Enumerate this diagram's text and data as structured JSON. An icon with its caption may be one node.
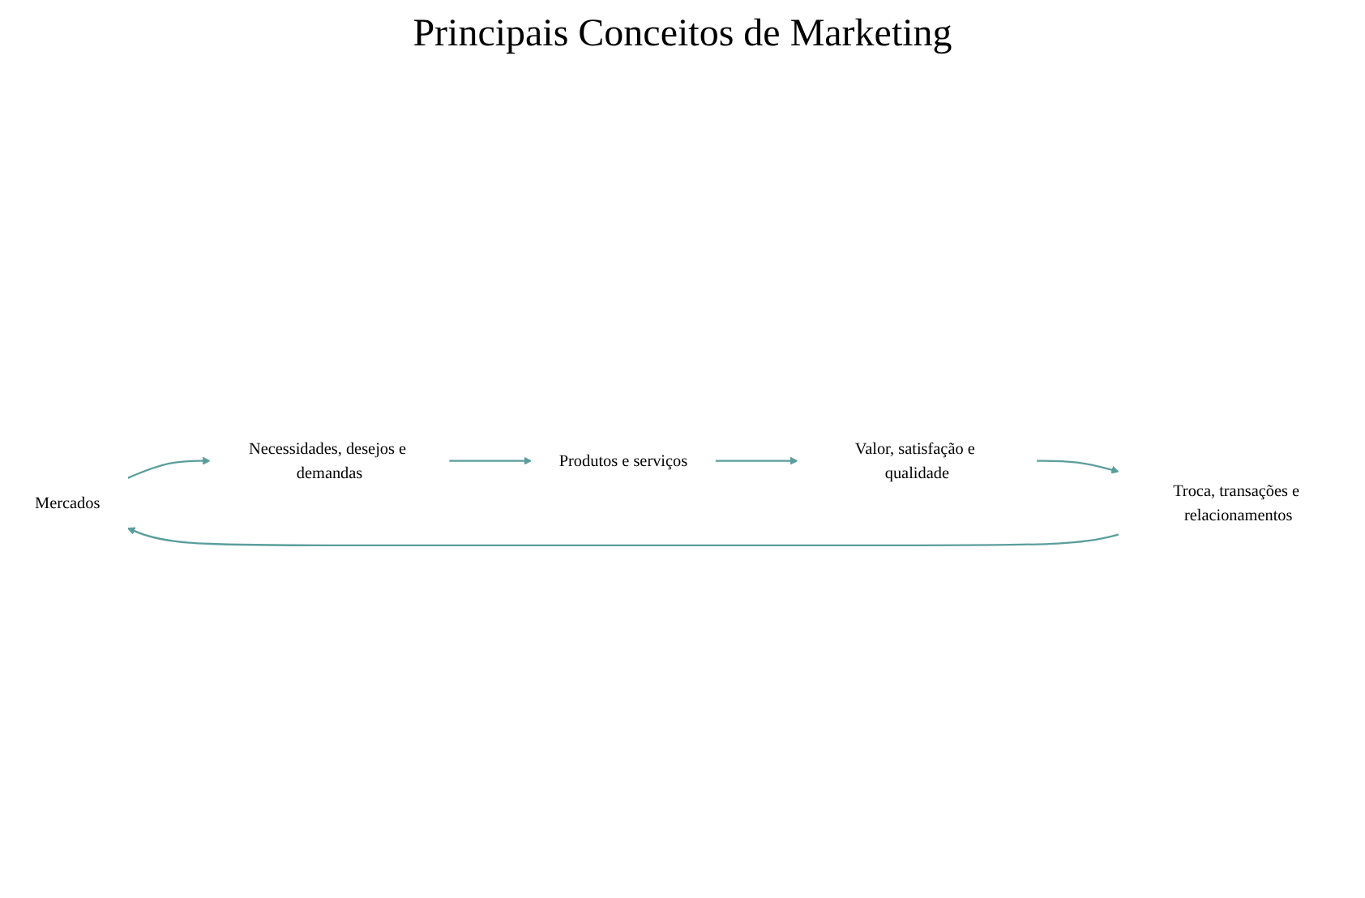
{
  "diagram": {
    "title": "Principais Conceitos de Marketing",
    "nodes": [
      {
        "text": [
          "Mercados"
        ]
      },
      {
        "text": [
          "Necessidades, desejos e demandas"
        ]
      },
      {
        "text": [
          "Produtos e serviços"
        ]
      },
      {
        "text": [
          "Valor, satisfação e qualidade"
        ]
      },
      {
        "text": [
          "Troca, transações e relacionamentos"
        ]
      }
    ],
    "edges": [
      {
        "from": 0,
        "to": 1,
        "arrow": "to"
      },
      {
        "from": 1,
        "to": 2,
        "arrow": "to"
      },
      {
        "from": 2,
        "to": 3,
        "arrow": "to"
      },
      {
        "from": 3,
        "to": 4,
        "arrow": "to"
      },
      {
        "from": 4,
        "to": 0,
        "arrow": "to"
      }
    ]
  }
}
